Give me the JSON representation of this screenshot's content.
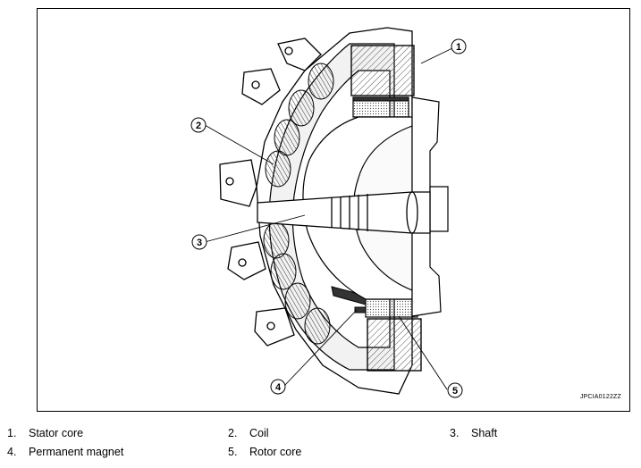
{
  "figure": {
    "code": "JPCIA0122ZZ",
    "callouts": [
      "1",
      "2",
      "3",
      "4",
      "5"
    ]
  },
  "legend": [
    {
      "num": "1.",
      "label": "Stator core"
    },
    {
      "num": "2.",
      "label": "Coil"
    },
    {
      "num": "3.",
      "label": "Shaft"
    },
    {
      "num": "4.",
      "label": "Permanent magnet"
    },
    {
      "num": "5.",
      "label": "Rotor core"
    }
  ],
  "colors": {
    "line": "#000000",
    "hatch": "#555555",
    "magnet": "#333333",
    "background": "#ffffff"
  }
}
